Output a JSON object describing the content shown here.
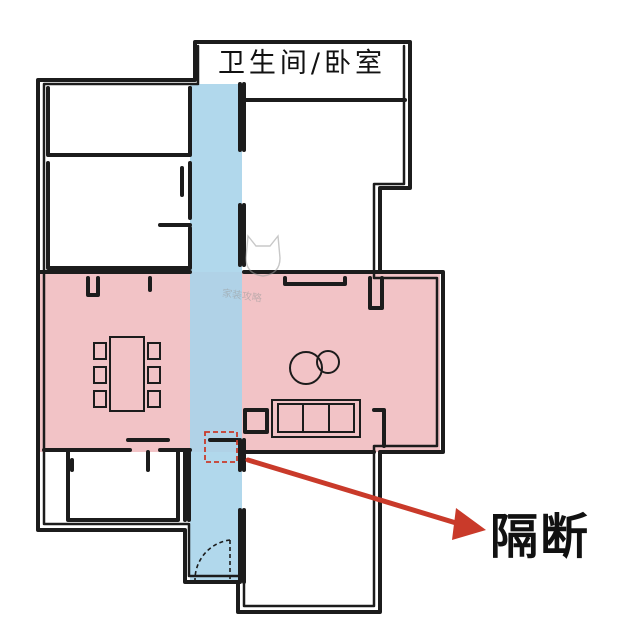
{
  "labels": {
    "top_room": "卫生间/卧室",
    "partition": "隔断",
    "watermark": "家装攻略"
  },
  "colors": {
    "wall": "#1c1c1c",
    "corridor_band": "#a9d4ea",
    "living_band": "#f0b8bc",
    "arrow": "#c93a2a",
    "highlight_box": "#c93a2a",
    "watermark": "#9a9a9a"
  }
}
